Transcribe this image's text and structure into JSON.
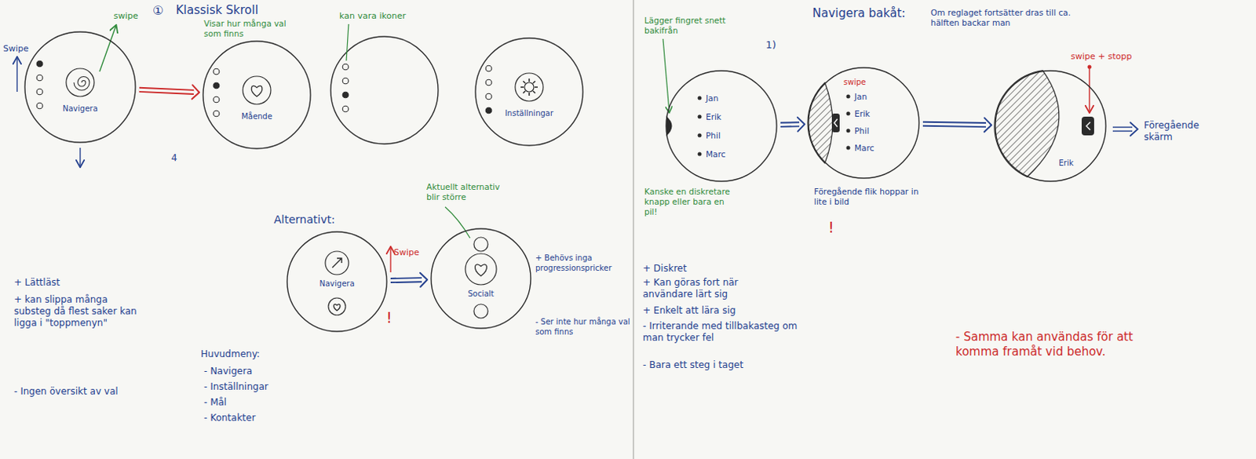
{
  "diagram": {
    "nodes": [
      {
        "text": [
          "Navigera"
        ]
      },
      {
        "text": [
          "Mående"
        ]
      },
      {
        "text": [
          "Inställningar"
        ]
      },
      {
        "text": [
          "Navigera"
        ]
      },
      {
        "text": [
          "Socialt"
        ]
      },
      {
        "text": [
          "Jan",
          "Erik",
          "Phil",
          "Marc"
        ]
      },
      {
        "text": [
          "Jan",
          "Erik",
          "Phil",
          "Marc"
        ]
      },
      {
        "text": [
          "Erik"
        ]
      }
    ],
    "edges": [
      {
        "from": 0,
        "to": 1,
        "arrow": "to"
      },
      {
        "from": 3,
        "to": 4,
        "arrow": "to"
      },
      {
        "from": 5,
        "to": 6,
        "arrow": "to"
      },
      {
        "from": 6,
        "to": 7,
        "arrow": "to"
      }
    ],
    "labels": [
      "①",
      "Klassisk Skroll",
      "swipe",
      "Swipe",
      "Visar hur många val som finns",
      "kan vara ikoner",
      "4",
      "Alternativt:",
      "Aktuellt alternativ blir större",
      "Swipe",
      "!",
      "+ Behövs inga progressionspricker",
      "- Ser inte hur många val som finns",
      "+ Lättläst",
      "+ kan slippa många substeg då flest saker kan ligga i \"toppmenyn\"",
      "- Ingen översikt av val",
      "Huvudmeny:",
      "- Navigera",
      "- Inställningar",
      "- Mål",
      "- Kontakter",
      "Navigera bakåt:",
      "1)",
      "Lägger fingret snett bakifrån",
      "Om reglaget fortsätter dras till ca. hälften backar man",
      "swipe + stopp",
      "swipe",
      "Föregående skärm",
      "Kanske en diskretare knapp eller bara en pil!",
      "Föregående flik hoppar in lite i bild",
      "!",
      "+ Diskret",
      "+ Kan göras fort när användare lärt sig",
      "+ Enkelt att lära sig",
      "- Irriterande med tillbakasteg om man trycker fel",
      "- Bara ett steg i taget",
      "- Samma kan användas för att komma framåt vid behov."
    ]
  }
}
